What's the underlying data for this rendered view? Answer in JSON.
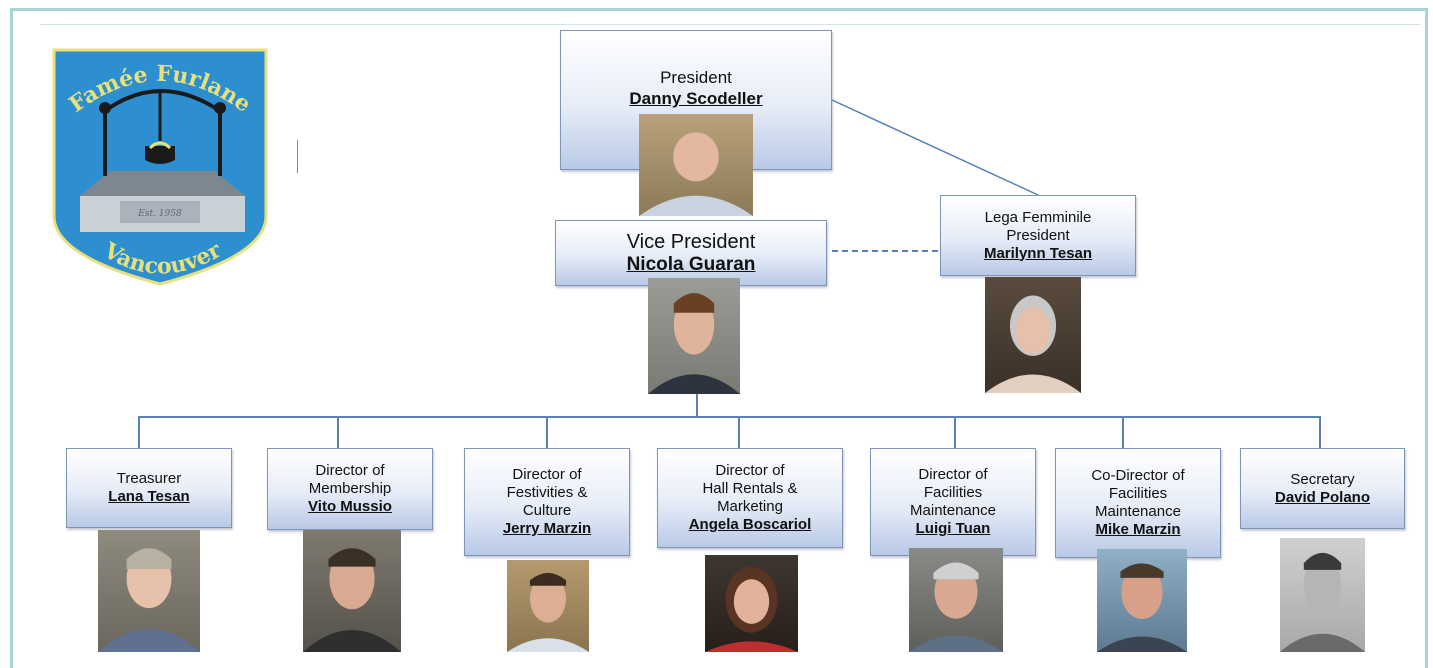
{
  "logo": {
    "arc_top": "Famée Furlane",
    "arc_bottom": "Vancouver",
    "stone_text": "Est. 1958"
  },
  "president": {
    "title": "President",
    "name": "Danny Scodeller"
  },
  "vice_president": {
    "title": "Vice President",
    "name": "Nicola Guaran"
  },
  "lega": {
    "title": "Lega Femminile\nPresident",
    "name": "Marilynn  Tesan"
  },
  "directors": [
    {
      "title": "Treasurer",
      "name": "Lana  Tesan"
    },
    {
      "title": "Director of\nMembership",
      "name": "Vito Mussio"
    },
    {
      "title": "Director of\nFestivities &\nCulture",
      "name": "Jerry Marzin"
    },
    {
      "title": "Director of\nHall Rentals &\nMarketing",
      "name": "Angela Boscariol"
    },
    {
      "title": "Director of\nFacilities\nMaintenance",
      "name": "Luigi Tuan"
    },
    {
      "title": "Co-Director of\nFacilities\nMaintenance",
      "name": "Mike Marzin"
    },
    {
      "title": "Secretary",
      "name": "David Polano"
    }
  ],
  "colors": {
    "box_border": "#7f95b8",
    "connector": "#5b7fb8",
    "logo_blue": "#2d8fd0",
    "logo_gold": "#e8e07a"
  }
}
